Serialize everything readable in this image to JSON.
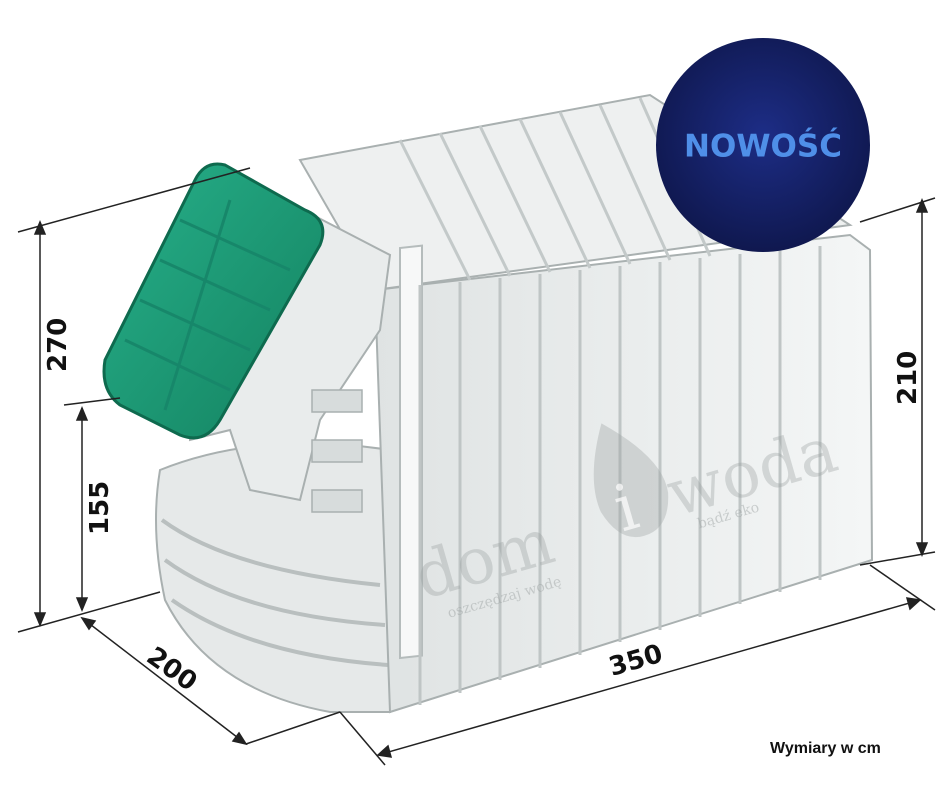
{
  "dimensions": {
    "total_height": "270",
    "inlet_height": "155",
    "body_height": "210",
    "width": "200",
    "length": "350"
  },
  "badge": {
    "label": "NOWOŚĆ"
  },
  "watermark": {
    "brand_left": "dom",
    "brand_mid": "i",
    "brand_right": "woda",
    "slogan": "oszczędzaj wodę",
    "slogan_right": "bądź eko"
  },
  "footer": {
    "units_note": "Wymiary w cm"
  },
  "colors": {
    "tank": "#eef0f0",
    "lid": "#1f9c79",
    "badge_bg": "#141f5e",
    "badge_text": "#4f8fe8"
  }
}
